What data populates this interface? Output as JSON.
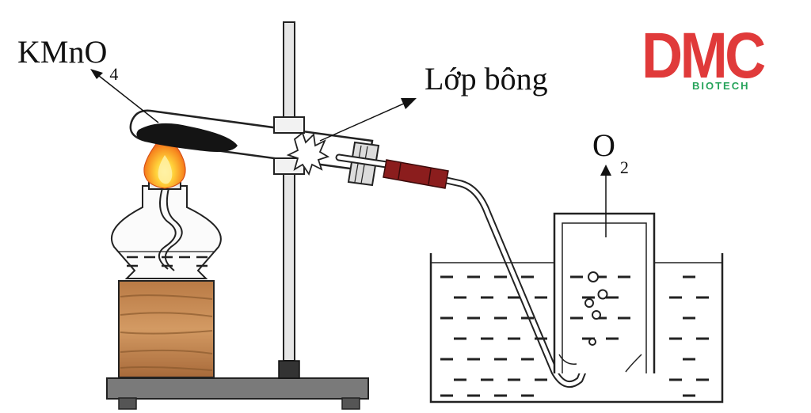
{
  "labels": {
    "reagent_main": "KMnO",
    "reagent_sub": "4",
    "cotton": "Lớp bông",
    "gas_main": "O",
    "gas_sub": "2"
  },
  "logo": {
    "main": "DMC",
    "sub": "BIOTECH",
    "colors": {
      "main": "#e03a3a",
      "sub": "#26a35a"
    }
  },
  "colors": {
    "flame_outer": "#f26a1b",
    "flame_inner": "#ffd23a",
    "block": "#c88a55",
    "rubber": "#8b1d1d"
  }
}
